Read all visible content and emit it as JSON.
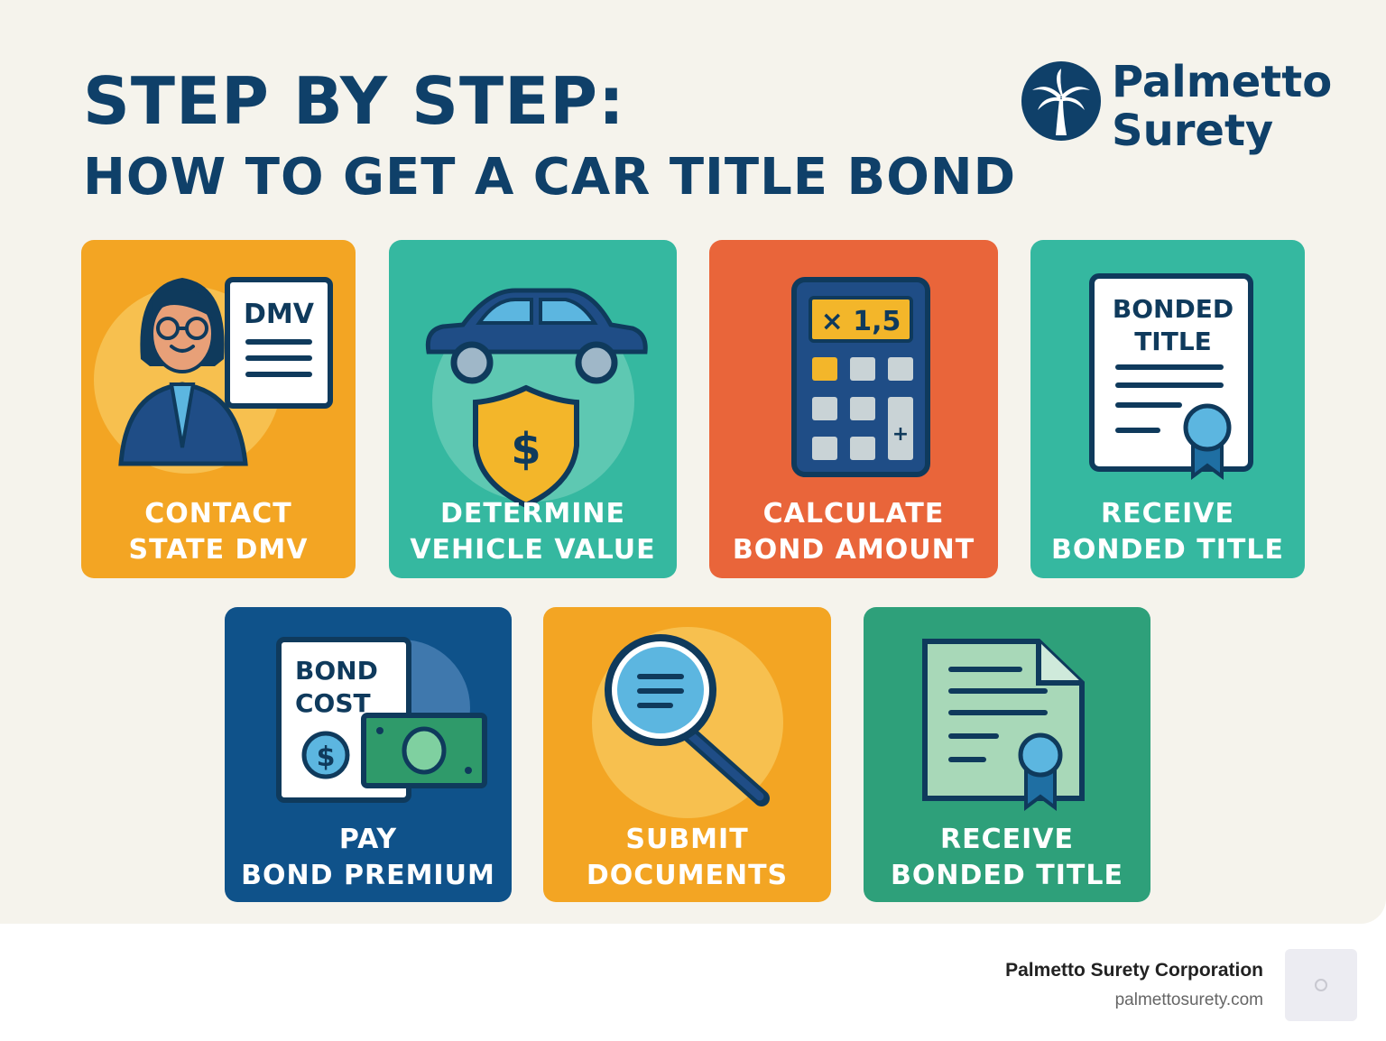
{
  "title": {
    "line1": "STEP BY STEP:",
    "line2": "HOW TO GET A CAR TITLE BOND"
  },
  "brand": {
    "line1": "Palmetto",
    "line2": "Surety",
    "icon": "palm-tree-icon",
    "color": "#0f4069"
  },
  "steps": [
    {
      "line1": "CONTACT",
      "line2": "STATE DMV",
      "icon": "dmv-agent-icon",
      "icon_text": "DMV",
      "color": "#f3a523"
    },
    {
      "line1": "DETERMINE",
      "line2": "VEHICLE VALUE",
      "icon": "car-shield-icon",
      "color": "#35b8a0"
    },
    {
      "line1": "CALCULATE",
      "line2": "BOND AMOUNT",
      "icon": "calculator-icon",
      "icon_text": "× 1,5",
      "color": "#e9653a"
    },
    {
      "line1": "RECEIVE",
      "line2": "BONDED TITLE",
      "icon": "bonded-title-document-icon",
      "icon_text_1": "BONDED",
      "icon_text_2": "TITLE",
      "color": "#35b8a0"
    },
    {
      "line1": "PAY",
      "line2": "BOND PREMIUM",
      "icon": "bond-cost-money-icon",
      "icon_text_1": "BOND",
      "icon_text_2": "COST",
      "color": "#0f528a"
    },
    {
      "line1": "SUBMIT",
      "line2": "DOCUMENTS",
      "icon": "magnifier-icon",
      "color": "#f3a523"
    },
    {
      "line1": "RECEIVE",
      "line2": "BONDED TITLE",
      "icon": "certificate-icon",
      "color": "#2ea07a"
    }
  ],
  "footer": {
    "company": "Palmetto Surety Corporation",
    "url": "palmettosurety.com"
  }
}
